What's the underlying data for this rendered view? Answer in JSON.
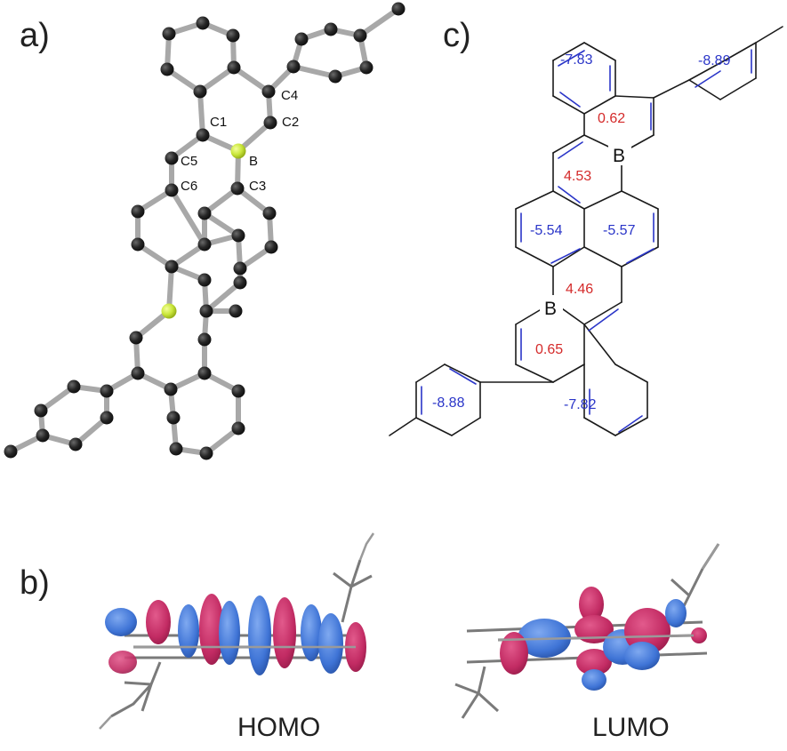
{
  "panels": {
    "a": "a)",
    "b": "b)",
    "c": "c)"
  },
  "atom_labels": {
    "c1": "C1",
    "c2": "C2",
    "c3": "C3",
    "c4": "C4",
    "c5": "C5",
    "c6": "C6",
    "b": "B"
  },
  "structure_c": {
    "boron_label": "B",
    "nics_values": {
      "top_benzo": "-7.83",
      "top_tolyl": "-8.89",
      "top_borine": "0.62",
      "upper_central": "4.53",
      "core_left": "-5.54",
      "core_right": "-5.57",
      "lower_central": "4.46",
      "bottom_borine": "0.65",
      "bottom_tolyl": "-8.88",
      "bottom_benzo": "-7.82"
    },
    "colors": {
      "aromatic": "#2a35c8",
      "antiaromatic": "#d42a2a"
    }
  },
  "orbitals": {
    "homo": "HOMO",
    "lumo": "LUMO",
    "colors": {
      "positive_lobe": "#c8306a",
      "negative_lobe": "#3f78d8"
    }
  }
}
